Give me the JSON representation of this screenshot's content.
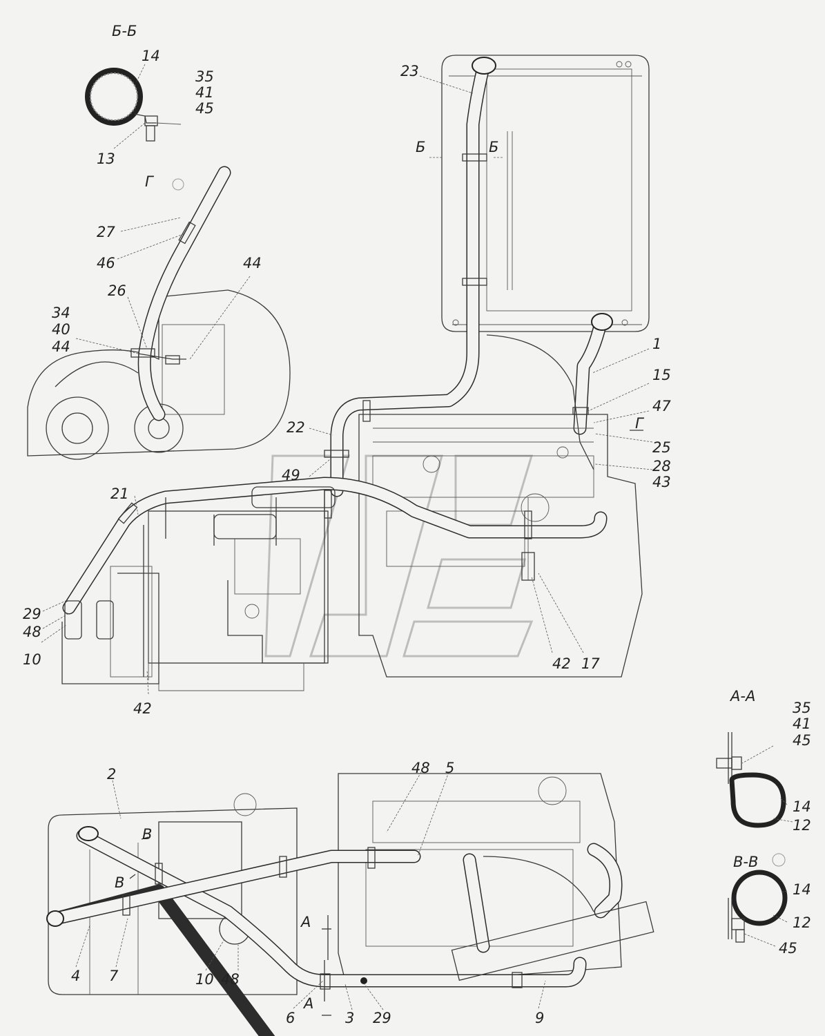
{
  "sections": {
    "bb": "Б-Б",
    "aa": "А-А",
    "vv": "В-В",
    "g": "Г",
    "b_mark": "Б",
    "a_mark": "А",
    "v_mark": "В"
  },
  "callouts": {
    "top": [
      "23",
      "1",
      "15",
      "47",
      "25",
      "28",
      "43",
      "22",
      "49",
      "21",
      "29",
      "48",
      "10",
      "42",
      "42",
      "17",
      "27",
      "46",
      "26",
      "44",
      "34",
      "40",
      "44",
      "14",
      "35",
      "41",
      "45",
      "13"
    ],
    "bottom": [
      "2",
      "48",
      "5",
      "4",
      "7",
      "10",
      "48",
      "6",
      "3",
      "29",
      "9"
    ],
    "section_aa": [
      "35",
      "41",
      "45",
      "14",
      "12"
    ],
    "section_vv": [
      "14",
      "12",
      "45"
    ]
  }
}
